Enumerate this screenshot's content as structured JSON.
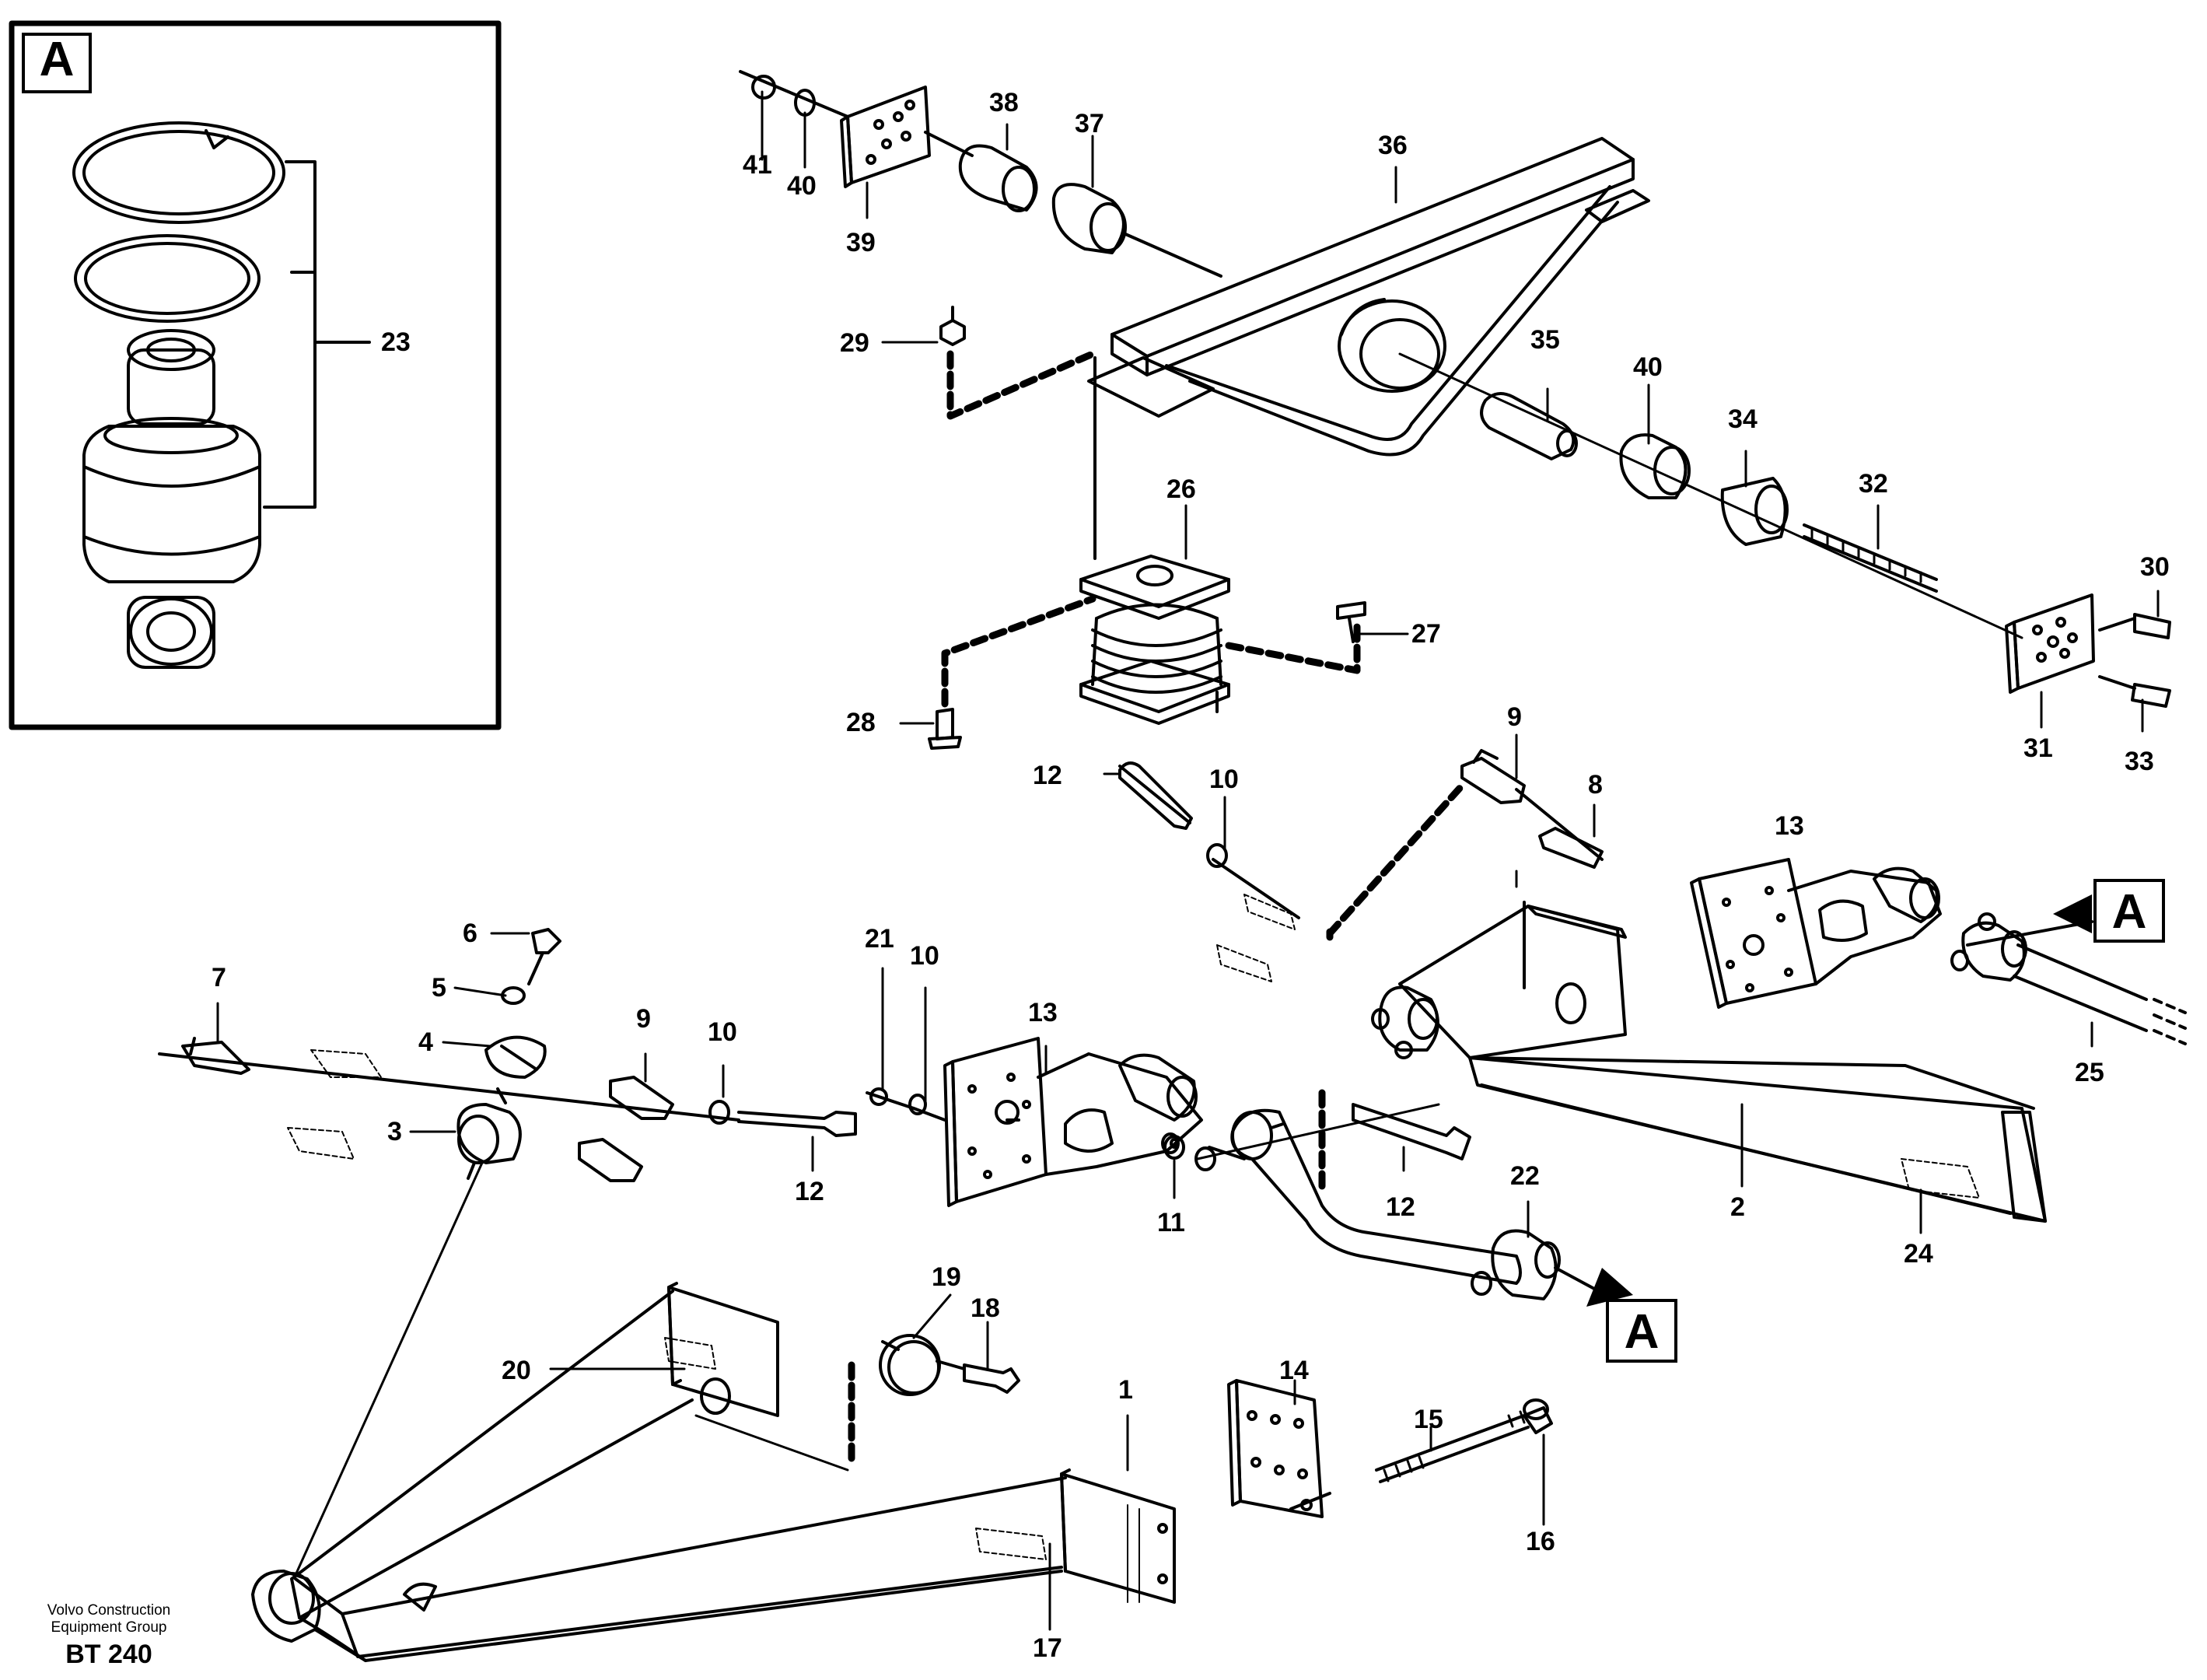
{
  "inset": {
    "ref_letter": "A",
    "part_label": "23"
  },
  "callouts": [
    {
      "name": "a-box",
      "text": "A"
    },
    {
      "name": "a-box",
      "text": "A"
    },
    {
      "name": "a-box",
      "text": "A"
    }
  ],
  "labels": [
    "41",
    "40",
    "39",
    "38",
    "37",
    "36",
    "29",
    "35",
    "40",
    "34",
    "32",
    "26",
    "27",
    "28",
    "30",
    "31",
    "33",
    "9",
    "8",
    "12",
    "10",
    "13",
    "6",
    "7",
    "5",
    "4",
    "3",
    "9",
    "10",
    "12",
    "21",
    "10",
    "13",
    "11",
    "12",
    "22",
    "2",
    "24",
    "25",
    "19",
    "18",
    "20",
    "1",
    "14",
    "15",
    "16",
    "17"
  ],
  "footer": {
    "line1": "Volvo Construction",
    "line2": "Equipment Group",
    "code": "BT 240"
  }
}
